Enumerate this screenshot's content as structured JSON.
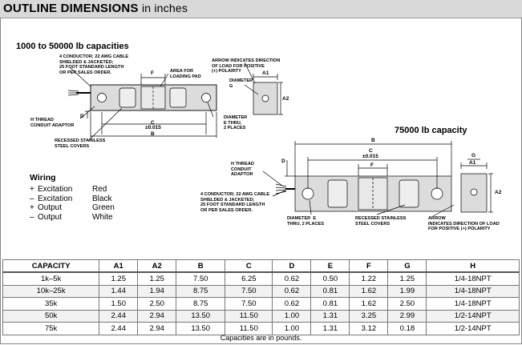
{
  "header": {
    "title_bold": "OUTLINE DIMENSIONS",
    "title_normal": "in inches"
  },
  "drawing1": {
    "caption": "1000 to 50000 lb capacities",
    "labels": {
      "cable": "4 CONDUCTOR; 22 AWG CABLE\nSHIELDED & JACKETED;\n25 FOOT STANDARD LENGTH\nOR PER SALES ORDER.",
      "area": "AREA FOR\nLOADING PAD",
      "arrow": "ARROW INDICATES DIRECTION\nOF LOAD FOR POSITIVE\n(+) POLARITY",
      "diameter_g": "DIAMETER\nG",
      "h_thread": "H THREAD\nCONDUIT ADAPTOR",
      "diameter_e": "DIAMETER\nE THRU,\n2 PLACES",
      "recessed": "RECESSED STAINLESS\nSTEEL COVERS"
    },
    "dims": {
      "F": "F",
      "D": "D",
      "C": "C",
      "tol": "±0.015",
      "B": "B",
      "A1": "A1",
      "A2": "A2"
    }
  },
  "drawing2": {
    "caption": "75000 lb capacity",
    "labels": {
      "h_thread": "H THREAD\nCONDUIT\nADAPTOR",
      "cable": "4 CONDUCTOR; 22 AWG CABLE\nSHIELDED & JACKETED;\n25 FOOT STANDARD LENGTH\nOR PER SALES ORDER.",
      "diameter_e": "DIAMETER  E\nTHRU, 2 PLACES",
      "recessed": "RECESSED STAINLESS\nSTEEL COVERS",
      "arrow": "ARROW\nINDICATES DIRECTION OF LOAD\nFOR POSITIVE (+) POLARITY"
    },
    "dims": {
      "B": "B",
      "C": "C",
      "tol": "±0.015",
      "F": "F",
      "D": "D",
      "G": "G",
      "A1": "A1",
      "A2": "A2"
    }
  },
  "wiring": {
    "title": "Wiring",
    "rows": [
      {
        "sign": "+",
        "name": "Excitation",
        "color": "Red"
      },
      {
        "sign": "–",
        "name": "Excitation",
        "color": "Black"
      },
      {
        "sign": "+",
        "name": "Output",
        "color": "Green"
      },
      {
        "sign": "–",
        "name": "Output",
        "color": "White"
      }
    ]
  },
  "table": {
    "headers": [
      "CAPACITY",
      "A1",
      "A2",
      "B",
      "C",
      "D",
      "E",
      "F",
      "G",
      "H"
    ],
    "rows": [
      [
        "1k–5k",
        "1.25",
        "1.25",
        "7.50",
        "6.25",
        "0.62",
        "0.50",
        "1.22",
        "1.25",
        "1/4-18NPT"
      ],
      [
        "10k–25k",
        "1.44",
        "1.94",
        "8.75",
        "7.50",
        "0.62",
        "0.81",
        "1.62",
        "1.99",
        "1/4-18NPT"
      ],
      [
        "35k",
        "1.50",
        "2.50",
        "8.75",
        "7.50",
        "0.62",
        "0.81",
        "1.62",
        "2.50",
        "1/4-18NPT"
      ],
      [
        "50k",
        "2.44",
        "2.94",
        "13.50",
        "11.50",
        "1.00",
        "1.31",
        "3.25",
        "2.99",
        "1/2-14NPT"
      ],
      [
        "75k",
        "2.44",
        "2.94",
        "13.50",
        "11.50",
        "1.00",
        "1.31",
        "3.12",
        "0.18",
        "1/2-14NPT"
      ]
    ],
    "footnote": "Capacities are in pounds."
  }
}
